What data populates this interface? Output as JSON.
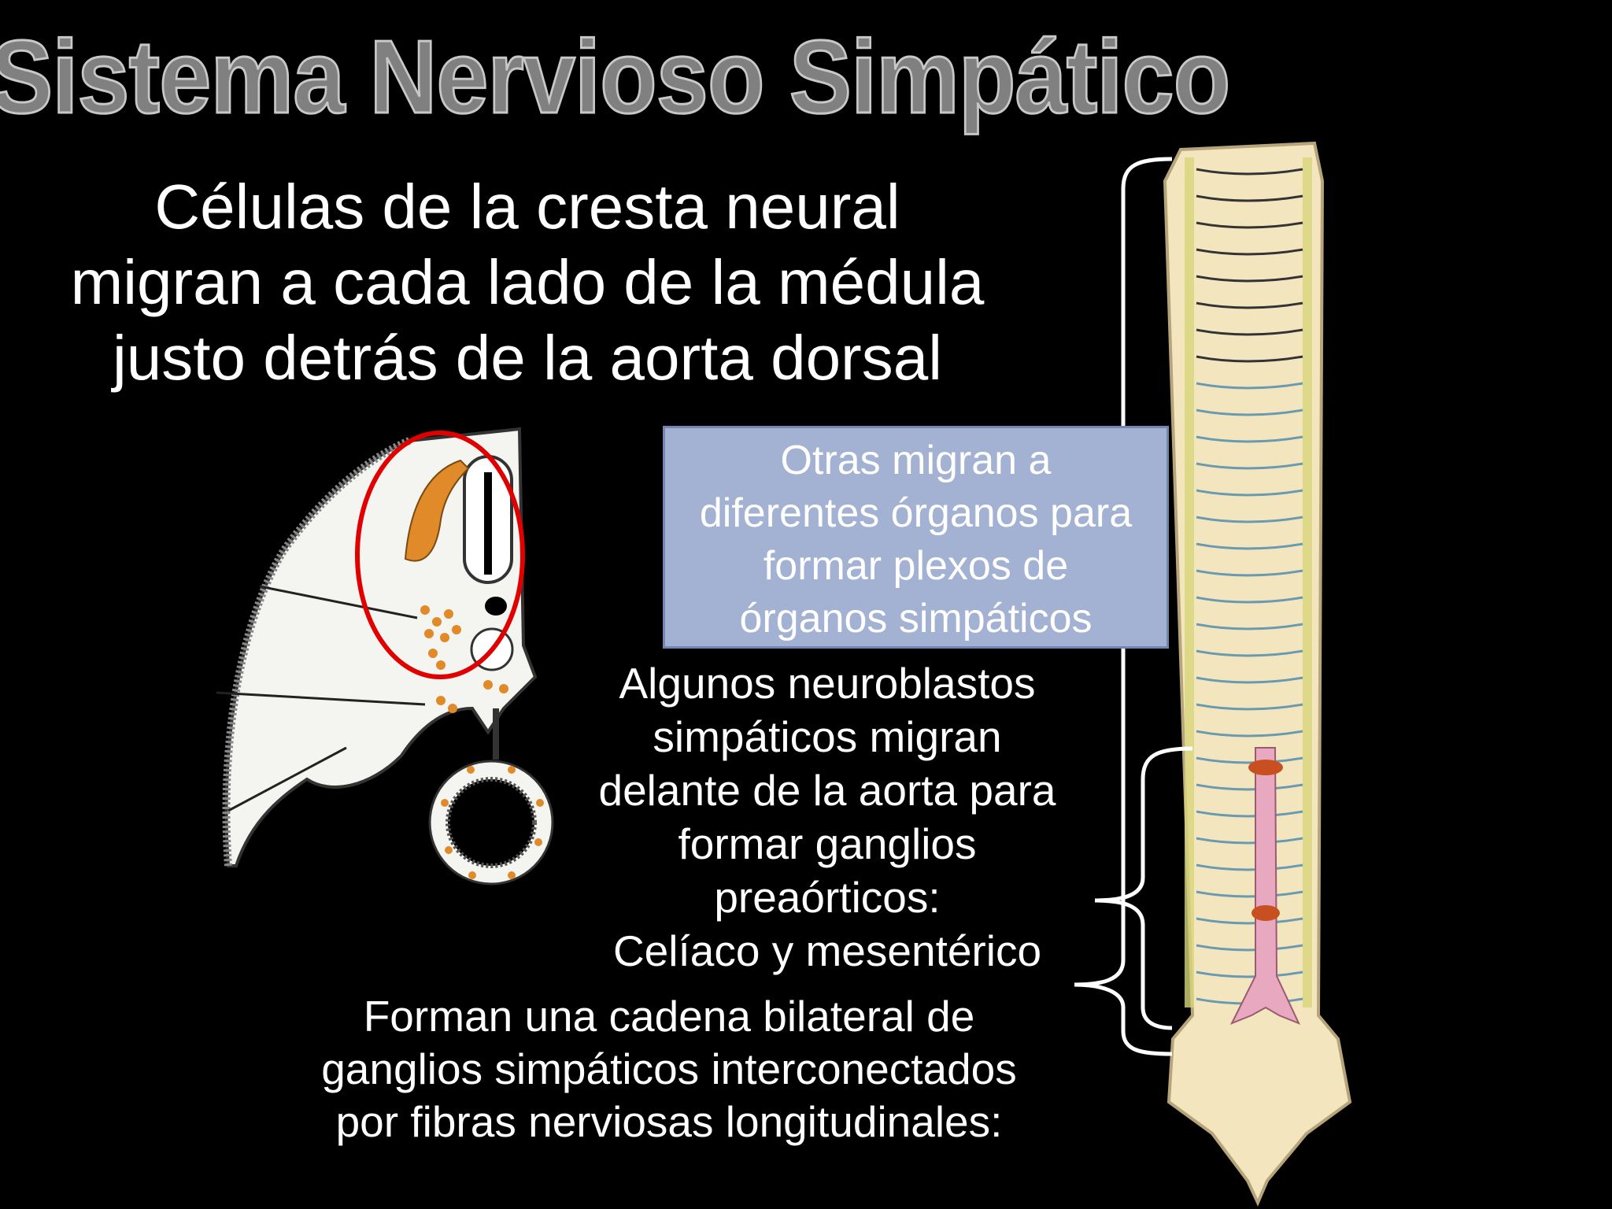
{
  "title": "Sistema Nervioso Simpático",
  "intro": {
    "lines": [
      "Células de la cresta neural",
      "migran a cada lado de la médula",
      "justo detrás de la aorta dorsal"
    ]
  },
  "callout_box": {
    "lines": [
      "Otras migran a",
      "diferentes órganos para",
      "formar plexos de",
      "órganos simpáticos"
    ],
    "fill_color": "#a3b1d3"
  },
  "preaortic_text": {
    "lines": [
      "Algunos neuroblastos",
      "simpáticos migran",
      "delante de la aorta para",
      "formar ganglios",
      "preaórticos:",
      "Celíaco y mesentérico"
    ]
  },
  "chain_text": {
    "lines": [
      "Forman una cadena bilateral de",
      "ganglios simpáticos interconectados",
      "por fibras nerviosas longitudinales:"
    ]
  },
  "colors": {
    "title": "#808080",
    "highlight_ellipse": "#e00000",
    "neural_crest": "#e08a2a",
    "aorta": "#e8a8c0",
    "bone": "#f3e6bf"
  }
}
